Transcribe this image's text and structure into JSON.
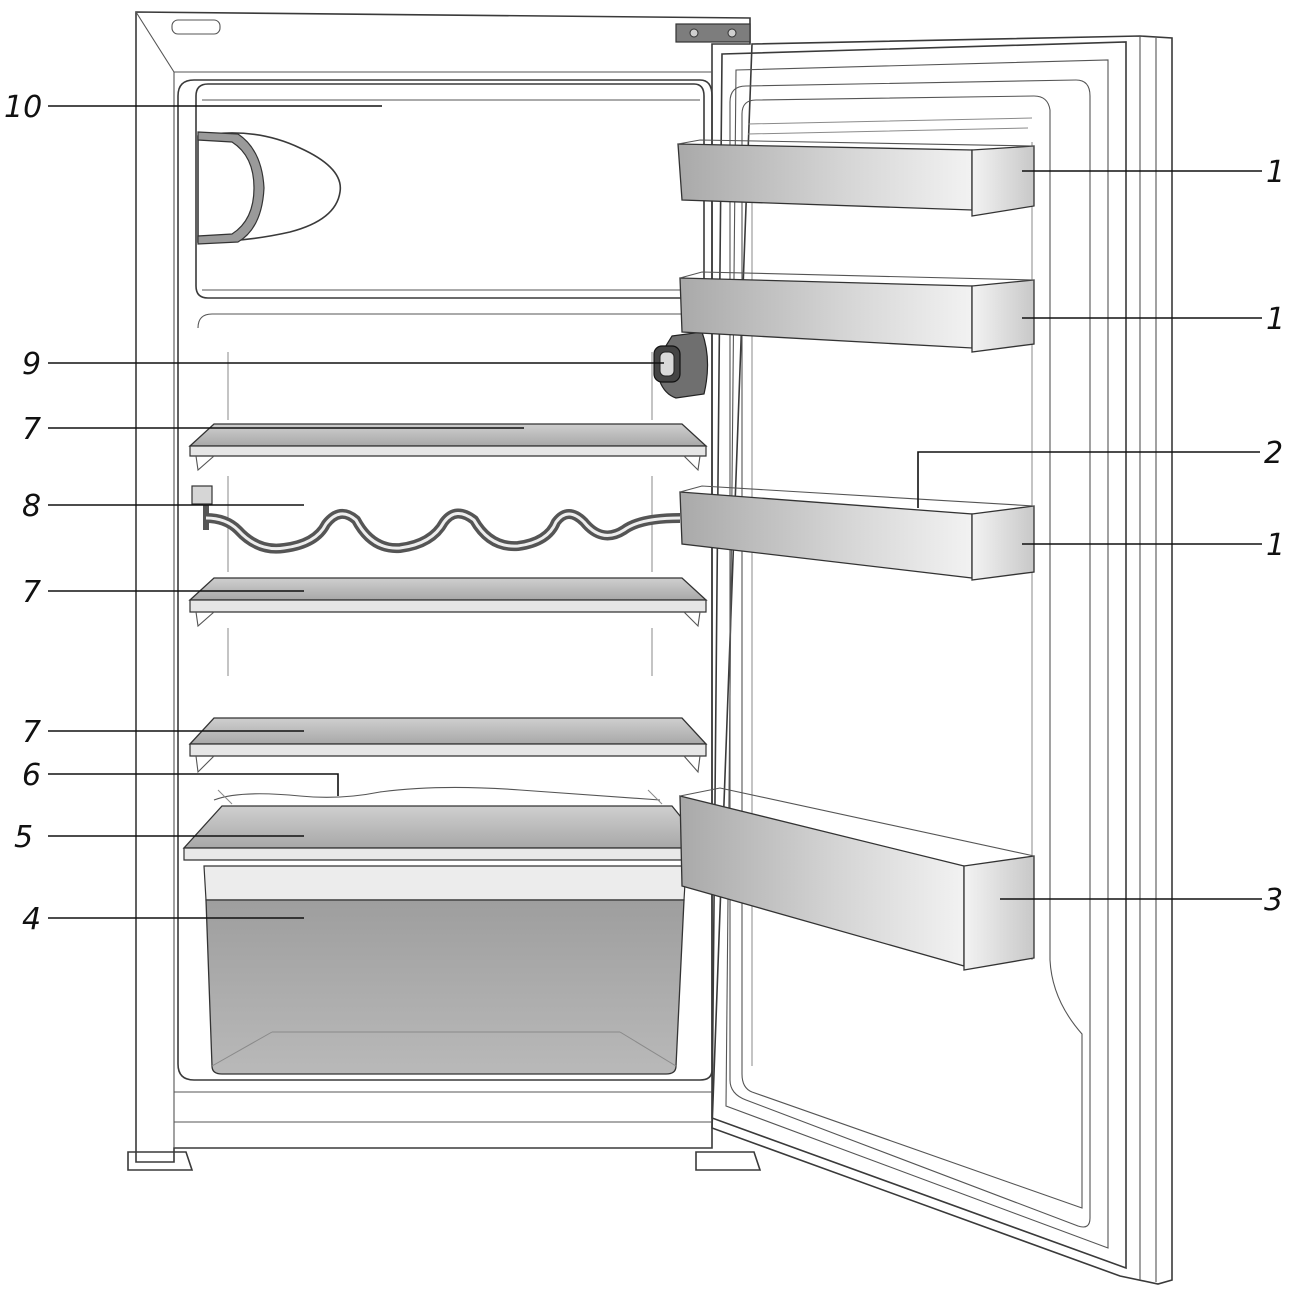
{
  "callouts": {
    "c10": "10",
    "c9": "9",
    "c7a": "7",
    "c8": "8",
    "c7b": "7",
    "c7c": "7",
    "c6": "6",
    "c5": "5",
    "c4": "4",
    "c1a": "1",
    "c1b": "1",
    "c2": "2",
    "c1c": "1",
    "c3": "3"
  },
  "colors": {
    "line": "#3a3a3a",
    "shelf_fill": "#bdbdbd",
    "door_bin_fill": "#c8c8c8",
    "crisper_fill": "#aaaaaa",
    "background": "#ffffff"
  }
}
